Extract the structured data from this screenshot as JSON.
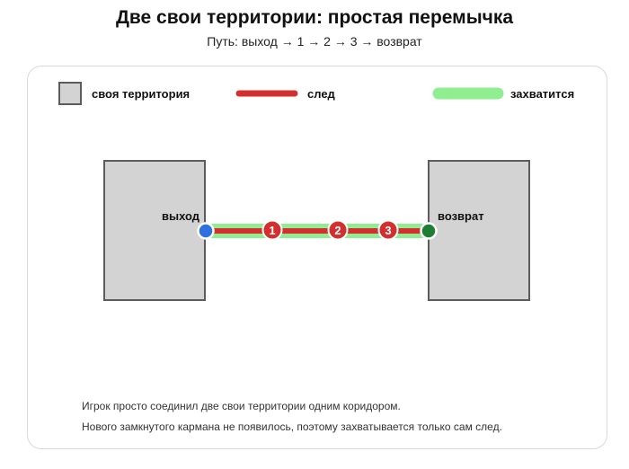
{
  "header": {
    "title": "Две свои территории: простая перемычка",
    "subtitle": "Путь: выход → 1 → 2 → 3 → возврат"
  },
  "legend": {
    "territory": "своя территория",
    "trail": "след",
    "capture": "захватится"
  },
  "diagram": {
    "exit_label": "выход",
    "return_label": "возврат",
    "steps": [
      "1",
      "2",
      "3"
    ]
  },
  "notes": {
    "line1": "Игрок просто соединил две свои территории одним коридором.",
    "line2": "Нового замкнутого кармана не появилось, поэтому захватывается только сам след."
  },
  "colors": {
    "territory_fill": "#d3d3d3",
    "territory_stroke": "#5c5c5c",
    "trail": "#d32f2f",
    "capture": "#90ee90",
    "exit_point": "#2f6fe0",
    "return_point": "#1e7e34"
  }
}
